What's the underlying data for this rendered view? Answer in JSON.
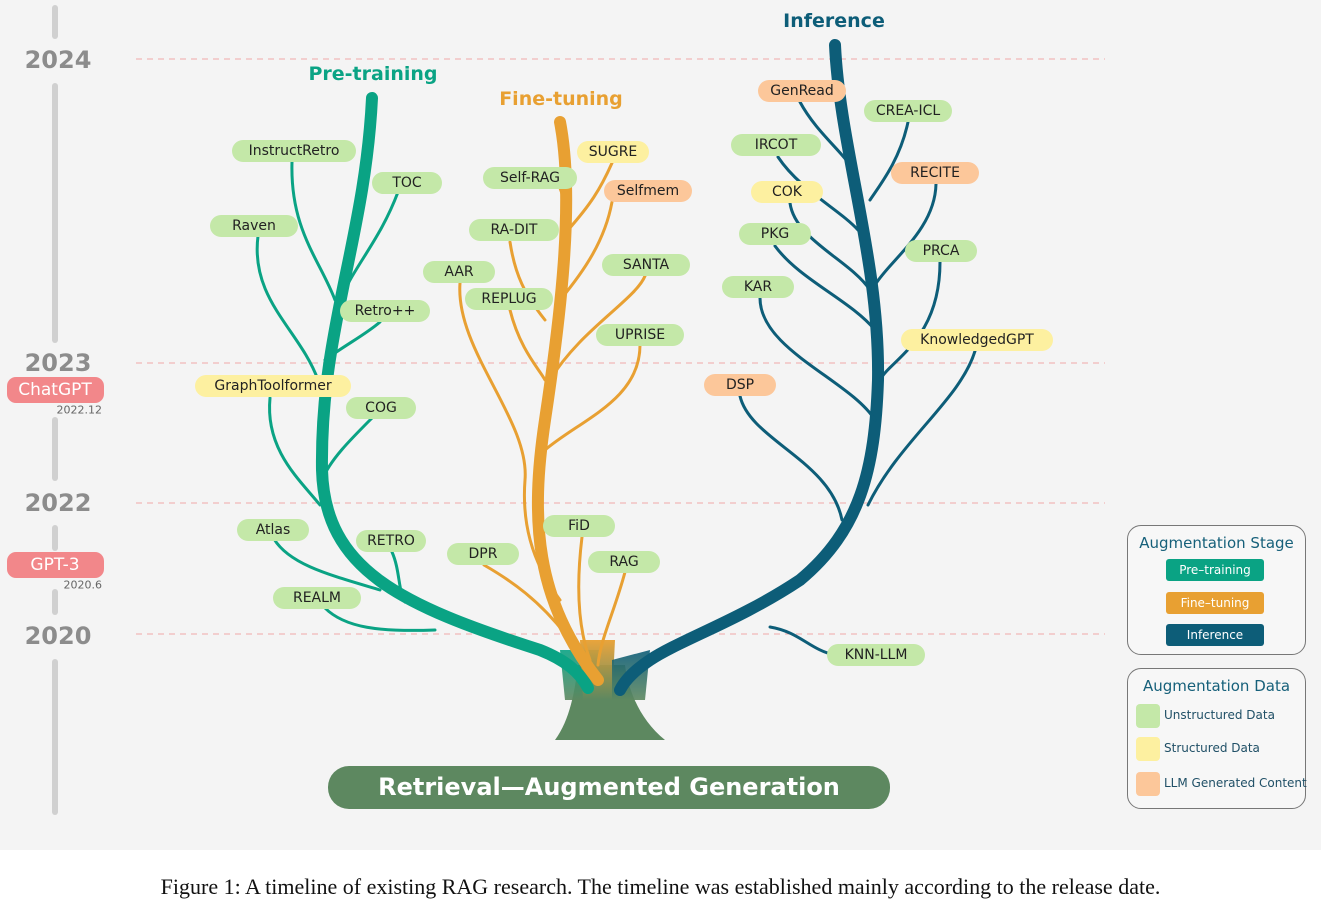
{
  "colors": {
    "pretraining": "#0aa384",
    "finetuning": "#e8a032",
    "inference": "#0d5d78",
    "root": "#5d8860",
    "unstructured": "#c4e8a8",
    "structured": "#fdf0a0",
    "llm_generated": "#fcc79a",
    "milestone": "#f2878a",
    "gridline": "#f0a9a9"
  },
  "years": [
    "2024",
    "2023",
    "2022",
    "2020"
  ],
  "milestones": [
    {
      "label": "ChatGPT",
      "date": "2022.12"
    },
    {
      "label": "GPT-3",
      "date": "2020.6"
    }
  ],
  "stages": {
    "pretraining": "Pre-training",
    "finetuning": "Fine-tuning",
    "inference": "Inference"
  },
  "root_label": "Retrieval—Augmented Generation",
  "nodes": [
    {
      "id": "instructretro",
      "label": "InstructRetro",
      "stage": "pretraining",
      "data": "unstructured"
    },
    {
      "id": "toc",
      "label": "TOC",
      "stage": "pretraining",
      "data": "unstructured"
    },
    {
      "id": "raven",
      "label": "Raven",
      "stage": "pretraining",
      "data": "unstructured"
    },
    {
      "id": "retropp",
      "label": "Retro++",
      "stage": "pretraining",
      "data": "unstructured"
    },
    {
      "id": "graphtoolformer",
      "label": "GraphToolformer",
      "stage": "pretraining",
      "data": "structured"
    },
    {
      "id": "cog",
      "label": "COG",
      "stage": "pretraining",
      "data": "unstructured"
    },
    {
      "id": "atlas",
      "label": "Atlas",
      "stage": "pretraining",
      "data": "unstructured"
    },
    {
      "id": "retro",
      "label": "RETRO",
      "stage": "pretraining",
      "data": "unstructured"
    },
    {
      "id": "realm",
      "label": "REALM",
      "stage": "pretraining",
      "data": "unstructured"
    },
    {
      "id": "sugre",
      "label": "SUGRE",
      "stage": "finetuning",
      "data": "structured"
    },
    {
      "id": "selfrag",
      "label": "Self-RAG",
      "stage": "finetuning",
      "data": "unstructured"
    },
    {
      "id": "selfmem",
      "label": "Selfmem",
      "stage": "finetuning",
      "data": "llm_generated"
    },
    {
      "id": "radit",
      "label": "RA-DIT",
      "stage": "finetuning",
      "data": "unstructured"
    },
    {
      "id": "aar",
      "label": "AAR",
      "stage": "finetuning",
      "data": "unstructured"
    },
    {
      "id": "santa",
      "label": "SANTA",
      "stage": "finetuning",
      "data": "unstructured"
    },
    {
      "id": "replug",
      "label": "REPLUG",
      "stage": "finetuning",
      "data": "unstructured"
    },
    {
      "id": "uprise",
      "label": "UPRISE",
      "stage": "finetuning",
      "data": "unstructured"
    },
    {
      "id": "fid",
      "label": "FiD",
      "stage": "finetuning",
      "data": "unstructured"
    },
    {
      "id": "dpr",
      "label": "DPR",
      "stage": "finetuning",
      "data": "unstructured"
    },
    {
      "id": "rag",
      "label": "RAG",
      "stage": "finetuning",
      "data": "unstructured"
    },
    {
      "id": "genread",
      "label": "GenRead",
      "stage": "inference",
      "data": "llm_generated"
    },
    {
      "id": "creaicl",
      "label": "CREA-ICL",
      "stage": "inference",
      "data": "unstructured"
    },
    {
      "id": "ircot",
      "label": "IRCOT",
      "stage": "inference",
      "data": "unstructured"
    },
    {
      "id": "recite",
      "label": "RECITE",
      "stage": "inference",
      "data": "llm_generated"
    },
    {
      "id": "cok",
      "label": "COK",
      "stage": "inference",
      "data": "structured"
    },
    {
      "id": "pkg",
      "label": "PKG",
      "stage": "inference",
      "data": "unstructured"
    },
    {
      "id": "prca",
      "label": "PRCA",
      "stage": "inference",
      "data": "unstructured"
    },
    {
      "id": "kar",
      "label": "KAR",
      "stage": "inference",
      "data": "unstructured"
    },
    {
      "id": "knowledgedgpt",
      "label": "KnowledgedGPT",
      "stage": "inference",
      "data": "structured"
    },
    {
      "id": "dsp",
      "label": "DSP",
      "stage": "inference",
      "data": "llm_generated"
    },
    {
      "id": "knnllm",
      "label": "KNN-LLM",
      "stage": "inference",
      "data": "unstructured"
    }
  ],
  "legend": {
    "stage_title": "Augmentation Stage",
    "stage_items": [
      "Pre–training",
      "Fine–tuning",
      "Inference"
    ],
    "data_title": "Augmentation Data",
    "data_items": [
      "Unstructured Data",
      "Structured Data",
      "LLM Generated Content"
    ]
  },
  "caption": "Figure 1: A timeline of existing RAG research. The timeline was established mainly according to the release date."
}
